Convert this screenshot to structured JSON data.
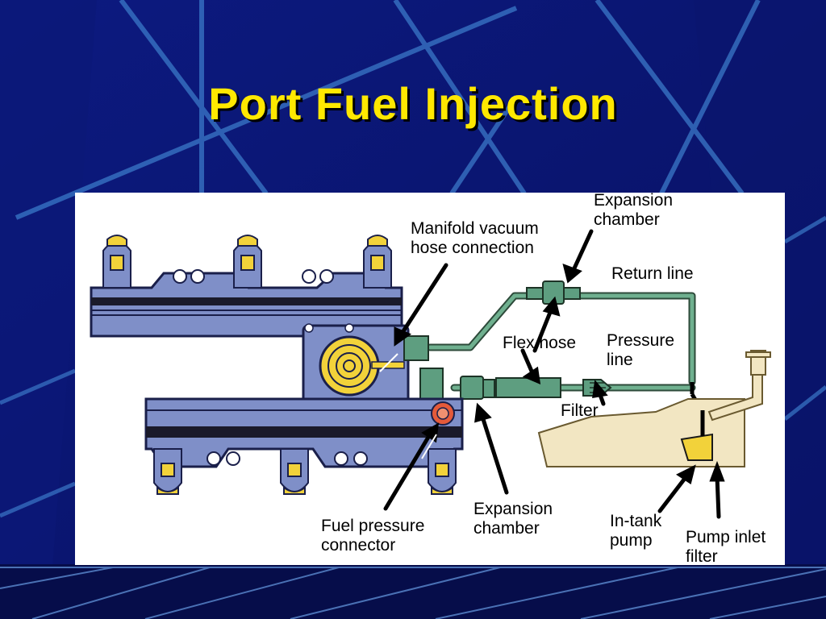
{
  "slide": {
    "title": "Port Fuel Injection",
    "colors": {
      "background": "#0a1470",
      "title": "#ffe800",
      "rail": "#7f8fc8",
      "fuel_line": "#5e9e80",
      "tank": "#f2e6c2",
      "injector_tip": "#f2d23a"
    }
  },
  "labels": {
    "manifold_vacuum": [
      "Manifold vacuum",
      "hose connection"
    ],
    "expansion_chamber_top": [
      "Expansion",
      "chamber"
    ],
    "return_line": "Return line",
    "flex_hose": "Flex hose",
    "pressure_line": [
      "Pressure",
      "line"
    ],
    "filter": "Filter",
    "fuel_pressure_connector": [
      "Fuel pressure",
      "connector"
    ],
    "expansion_chamber_bottom": [
      "Expansion",
      "chamber"
    ],
    "in_tank_pump": [
      "In-tank",
      "pump"
    ],
    "pump_inlet_filter": [
      "Pump inlet",
      "filter"
    ]
  }
}
